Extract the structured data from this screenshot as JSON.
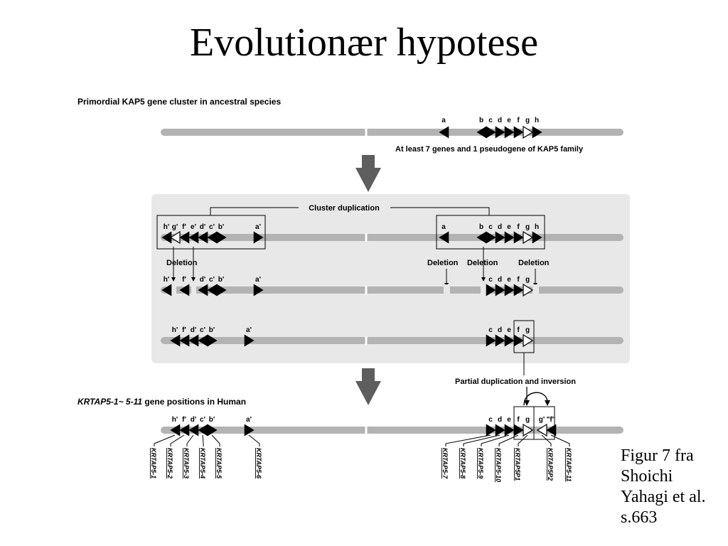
{
  "slide": {
    "title": "Evolutionær hypotese"
  },
  "diagram": {
    "section_primordial": "Primordial KAP5 gene cluster in ancestral species",
    "note_primordial": "At least 7 genes and 1 pseudogene of KAP5 family",
    "label_cluster_duplication": "Cluster duplication",
    "label_deletion": "Deletion",
    "label_partial_duplication": "Partial duplication and inversion",
    "section_human_prefix": "KRTAP5-1~ 5-11",
    "section_human_suffix": " gene positions in Human",
    "primordial_letters": [
      "a",
      "b",
      "c",
      "d",
      "e",
      "f",
      "g",
      "h"
    ],
    "left_cluster_letters": [
      "h'",
      "g'",
      "f'",
      "e'",
      "d'",
      "c'",
      "b'",
      "a'"
    ],
    "right_cluster_letters": [
      "a",
      "b",
      "c",
      "d",
      "e",
      "f",
      "g",
      "h"
    ],
    "row3_left_letters": [
      "h'",
      "f'",
      "d'",
      "c'",
      "b'",
      "a'"
    ],
    "row3_right_letters": [
      "c",
      "d",
      "e",
      "f",
      "g"
    ],
    "row4_left_letters": [
      "h'",
      "f'",
      "d'",
      "c'",
      "b'",
      "a'"
    ],
    "row4_right_letters": [
      "c",
      "d",
      "e",
      "f",
      "g"
    ],
    "human_left_letters": [
      "h'",
      "f'",
      "d'",
      "c'",
      "b'",
      "a'"
    ],
    "human_right_letters": [
      "c",
      "d",
      "e",
      "f",
      "g",
      "g'",
      "\"f\""
    ],
    "human_gene_names": [
      "KRTAP5-1",
      "KRTAP5-2",
      "KRTAP5-3",
      "KRTAP5-4",
      "KRTAP5-5",
      "KRTAP5-6",
      "KRTAP5-7",
      "KRTAP5-8",
      "KRTAP5-9",
      "KRTAP5-10",
      "KRTAP5P1",
      "KRTAP5P2",
      "KRTAP5-11"
    ]
  },
  "caption": {
    "line1": "Figur 7 fra",
    "line2": "Shoichi",
    "line3": "Yahagi et al.",
    "line4": "s.663"
  },
  "colors": {
    "chromosome": "#b3b3b3",
    "panel": "#e8e8e8",
    "arrow": "#5e5e5e",
    "gene": "#000000"
  }
}
